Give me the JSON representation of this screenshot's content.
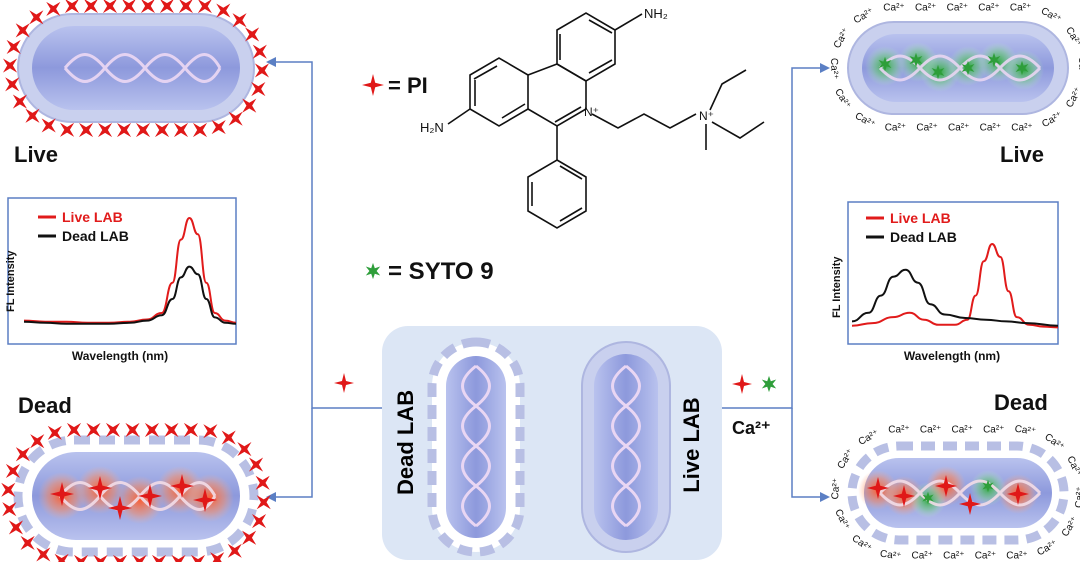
{
  "labels": {
    "live_left": "Live",
    "dead_left": "Dead",
    "live_right": "Live",
    "dead_right": "Dead",
    "pi_legend": "= PI",
    "syto_legend": "= SYTO 9",
    "dead_lab": "Dead LAB",
    "live_lab": "Live LAB",
    "ca_label": "Ca²⁺",
    "ca_ion": "Ca²⁺"
  },
  "molecule": {
    "nh2_top": "NH₂",
    "h2n_left": "H₂N",
    "n_plus_ring": "N⁺",
    "n_plus_chain": "N⁺"
  },
  "colors": {
    "live_line": "#e11b1b",
    "dead_line": "#111111",
    "arrow": "#5b7fc4",
    "panel": "#dce6f5",
    "cell": "#9aa7e0",
    "pi_star": "#e01818",
    "syto": "#2e9e3a"
  },
  "chart_data": [
    {
      "type": "line",
      "xlabel": "Wavelength (nm)",
      "ylabel": "FL Intensity",
      "legend_position": "top-left",
      "series": [
        {
          "name": "Live LAB",
          "color": "#e11b1b",
          "points": [
            [
              0,
              0.05
            ],
            [
              0.1,
              0.04
            ],
            [
              0.2,
              0.04
            ],
            [
              0.3,
              0.03
            ],
            [
              0.4,
              0.03
            ],
            [
              0.5,
              0.04
            ],
            [
              0.58,
              0.06
            ],
            [
              0.65,
              0.12
            ],
            [
              0.7,
              0.4
            ],
            [
              0.74,
              0.8
            ],
            [
              0.78,
              1.0
            ],
            [
              0.82,
              0.85
            ],
            [
              0.86,
              0.4
            ],
            [
              0.9,
              0.12
            ],
            [
              0.95,
              0.05
            ],
            [
              1.0,
              0.03
            ]
          ]
        },
        {
          "name": "Dead LAB",
          "color": "#111111",
          "points": [
            [
              0,
              0.04
            ],
            [
              0.1,
              0.03
            ],
            [
              0.2,
              0.02
            ],
            [
              0.3,
              0.02
            ],
            [
              0.4,
              0.02
            ],
            [
              0.5,
              0.03
            ],
            [
              0.58,
              0.05
            ],
            [
              0.65,
              0.1
            ],
            [
              0.7,
              0.25
            ],
            [
              0.74,
              0.45
            ],
            [
              0.78,
              0.55
            ],
            [
              0.82,
              0.48
            ],
            [
              0.86,
              0.25
            ],
            [
              0.9,
              0.08
            ],
            [
              0.95,
              0.03
            ],
            [
              1.0,
              0.02
            ]
          ]
        }
      ]
    },
    {
      "type": "line",
      "xlabel": "Wavelength (nm)",
      "ylabel": "FL Intensity",
      "legend_position": "top-left",
      "series": [
        {
          "name": "Live LAB",
          "color": "#e11b1b",
          "points": [
            [
              0,
              0.05
            ],
            [
              0.1,
              0.08
            ],
            [
              0.2,
              0.15
            ],
            [
              0.28,
              0.2
            ],
            [
              0.35,
              0.12
            ],
            [
              0.42,
              0.06
            ],
            [
              0.5,
              0.06
            ],
            [
              0.56,
              0.12
            ],
            [
              0.6,
              0.4
            ],
            [
              0.64,
              0.8
            ],
            [
              0.68,
              1.0
            ],
            [
              0.72,
              0.85
            ],
            [
              0.76,
              0.45
            ],
            [
              0.8,
              0.15
            ],
            [
              0.86,
              0.06
            ],
            [
              0.93,
              0.04
            ],
            [
              1.0,
              0.03
            ]
          ]
        },
        {
          "name": "Dead LAB",
          "color": "#111111",
          "points": [
            [
              0,
              0.1
            ],
            [
              0.08,
              0.2
            ],
            [
              0.14,
              0.4
            ],
            [
              0.2,
              0.62
            ],
            [
              0.26,
              0.7
            ],
            [
              0.32,
              0.55
            ],
            [
              0.38,
              0.3
            ],
            [
              0.45,
              0.18
            ],
            [
              0.55,
              0.14
            ],
            [
              0.65,
              0.12
            ],
            [
              0.75,
              0.1
            ],
            [
              0.85,
              0.08
            ],
            [
              1.0,
              0.05
            ]
          ]
        }
      ]
    }
  ]
}
